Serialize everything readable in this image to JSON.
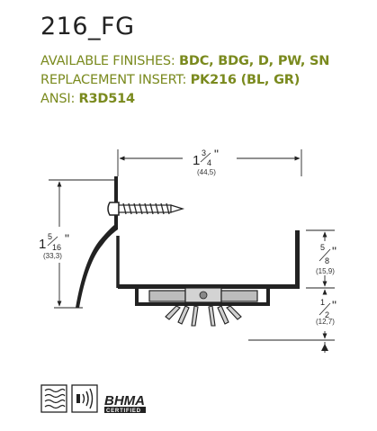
{
  "header": {
    "model": "216_FG",
    "finishes_label": "AVAILABLE FINISHES: ",
    "finishes_value": "BDC, BDG, D, PW, SN",
    "insert_label": "REPLACEMENT INSERT: ",
    "insert_value": "PK216 (BL, GR)",
    "ansi_label": "ANSI: ",
    "ansi_value": "R3D514"
  },
  "dimensions": {
    "width_whole": "1",
    "width_num": "3",
    "width_den": "4",
    "width_mm": "(44,5)",
    "height_whole": "1",
    "height_num": "5",
    "height_den": "16",
    "height_mm": "(33,3)",
    "flange_num": "5",
    "flange_den": "8",
    "flange_mm": "(15,9)",
    "sweep_num": "1",
    "sweep_den": "2",
    "sweep_mm": "(12,7)",
    "inch_mark": "\""
  },
  "badges": {
    "bhma_text": "BHMA",
    "bhma_sub": "CERTIFIED"
  },
  "colors": {
    "accent": "#7a8a1e",
    "ink": "#222222"
  }
}
